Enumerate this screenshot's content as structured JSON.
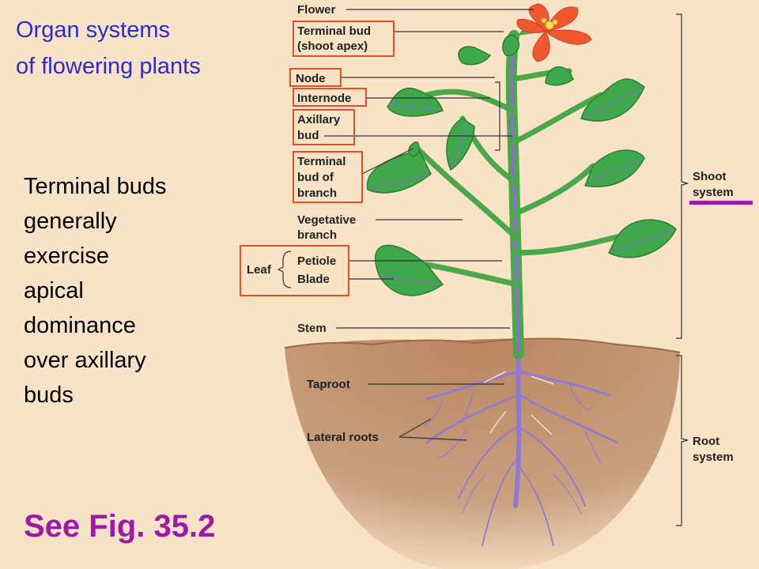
{
  "slide": {
    "title_lines": [
      "Organ systems",
      "of flowering plants"
    ],
    "body_lines": [
      "Terminal buds",
      "generally",
      "exercise",
      "apical",
      "dominance",
      "over axillary",
      "buds"
    ],
    "figure_ref": "See Fig. 35.2"
  },
  "diagram": {
    "labels": {
      "flower": "Flower",
      "terminal_bud_1": "Terminal bud",
      "terminal_bud_2": "(shoot apex)",
      "node": "Node",
      "internode": "Internode",
      "axillary_1": "Axillary",
      "axillary_2": "bud",
      "branch_bud_1": "Terminal",
      "branch_bud_2": "bud of",
      "branch_bud_3": "branch",
      "vegetative_1": "Vegetative",
      "vegetative_2": "branch",
      "leaf": "Leaf",
      "petiole": "Petiole",
      "blade": "Blade",
      "stem": "Stem",
      "taproot": "Taproot",
      "lateral_roots": "Lateral roots",
      "shoot_1": "Shoot",
      "shoot_2": "system",
      "root_1": "Root",
      "root_2": "system"
    }
  },
  "colors": {
    "background": "#f9e3c6",
    "title_blue": "#2b2bcf",
    "figure_ref_purple": "#9b1aa6",
    "highlight_box": "#e0502b",
    "leaf_green": "#3ea84a",
    "vein_purple": "#8a6fd0",
    "soil_brown": "#bb8f6c",
    "flower_red": "#f0582f"
  }
}
